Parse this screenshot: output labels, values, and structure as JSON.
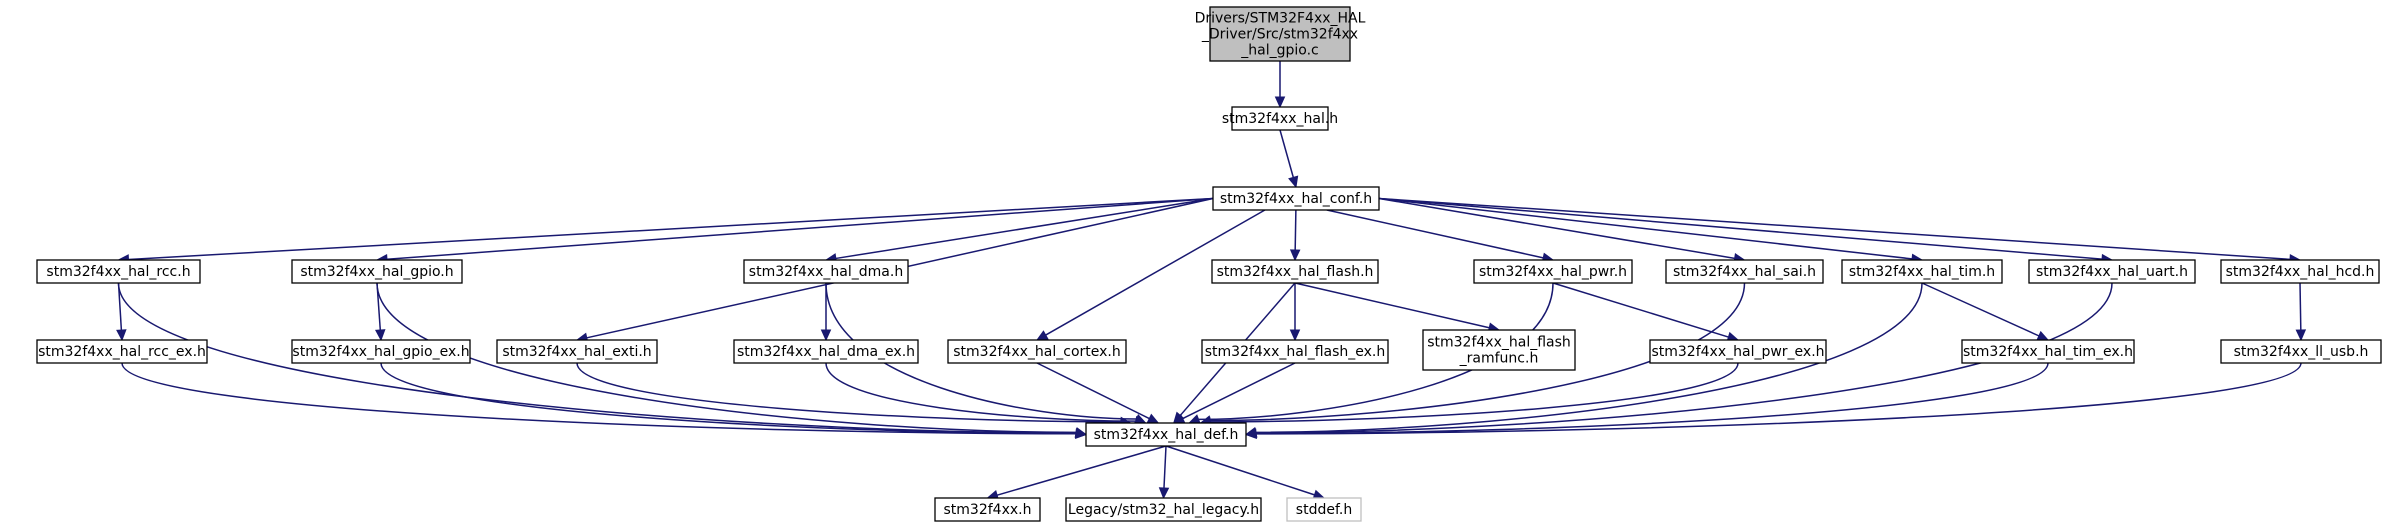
{
  "graph": {
    "title": "",
    "colors": {
      "edge": "#191970",
      "root_fill": "#bfbfbf",
      "node_fill": "#ffffff",
      "node_border": "#000000",
      "missing_border": "#bfbfbf"
    },
    "nodes": [
      {
        "id": "gpio_c",
        "lines": [
          "Drivers/STM32F4xx_HAL",
          "_Driver/Src/stm32f4xx",
          "_hal_gpio.c"
        ],
        "kind": "root"
      },
      {
        "id": "hal",
        "lines": [
          "stm32f4xx_hal.h"
        ]
      },
      {
        "id": "conf",
        "lines": [
          "stm32f4xx_hal_conf.h"
        ]
      },
      {
        "id": "rcc",
        "lines": [
          "stm32f4xx_hal_rcc.h"
        ]
      },
      {
        "id": "gpio",
        "lines": [
          "stm32f4xx_hal_gpio.h"
        ]
      },
      {
        "id": "dma",
        "lines": [
          "stm32f4xx_hal_dma.h"
        ]
      },
      {
        "id": "flash",
        "lines": [
          "stm32f4xx_hal_flash.h"
        ]
      },
      {
        "id": "pwr",
        "lines": [
          "stm32f4xx_hal_pwr.h"
        ]
      },
      {
        "id": "sai",
        "lines": [
          "stm32f4xx_hal_sai.h"
        ]
      },
      {
        "id": "tim",
        "lines": [
          "stm32f4xx_hal_tim.h"
        ]
      },
      {
        "id": "uart",
        "lines": [
          "stm32f4xx_hal_uart.h"
        ]
      },
      {
        "id": "hcd",
        "lines": [
          "stm32f4xx_hal_hcd.h"
        ]
      },
      {
        "id": "rcc_ex",
        "lines": [
          "stm32f4xx_hal_rcc_ex.h"
        ]
      },
      {
        "id": "gpio_ex",
        "lines": [
          "stm32f4xx_hal_gpio_ex.h"
        ]
      },
      {
        "id": "exti",
        "lines": [
          "stm32f4xx_hal_exti.h"
        ]
      },
      {
        "id": "dma_ex",
        "lines": [
          "stm32f4xx_hal_dma_ex.h"
        ]
      },
      {
        "id": "cortex",
        "lines": [
          "stm32f4xx_hal_cortex.h"
        ]
      },
      {
        "id": "flash_ex",
        "lines": [
          "stm32f4xx_hal_flash_ex.h"
        ]
      },
      {
        "id": "flash_ramfunc",
        "lines": [
          "stm32f4xx_hal_flash",
          "_ramfunc.h"
        ]
      },
      {
        "id": "pwr_ex",
        "lines": [
          "stm32f4xx_hal_pwr_ex.h"
        ]
      },
      {
        "id": "tim_ex",
        "lines": [
          "stm32f4xx_hal_tim_ex.h"
        ]
      },
      {
        "id": "ll_usb",
        "lines": [
          "stm32f4xx_ll_usb.h"
        ]
      },
      {
        "id": "def",
        "lines": [
          "stm32f4xx_hal_def.h"
        ]
      },
      {
        "id": "f4xx",
        "lines": [
          "stm32f4xx.h"
        ]
      },
      {
        "id": "legacy",
        "lines": [
          "Legacy/stm32_hal_legacy.h"
        ]
      },
      {
        "id": "stddef",
        "lines": [
          "stddef.h"
        ],
        "kind": "missing"
      }
    ],
    "edges": [
      [
        "gpio_c",
        "hal"
      ],
      [
        "hal",
        "conf"
      ],
      [
        "conf",
        "rcc"
      ],
      [
        "conf",
        "gpio"
      ],
      [
        "conf",
        "exti"
      ],
      [
        "conf",
        "dma"
      ],
      [
        "conf",
        "cortex"
      ],
      [
        "conf",
        "flash"
      ],
      [
        "conf",
        "pwr"
      ],
      [
        "conf",
        "sai"
      ],
      [
        "conf",
        "tim"
      ],
      [
        "conf",
        "uart"
      ],
      [
        "conf",
        "hcd"
      ],
      [
        "rcc",
        "rcc_ex"
      ],
      [
        "rcc",
        "def"
      ],
      [
        "rcc_ex",
        "def"
      ],
      [
        "gpio",
        "gpio_ex"
      ],
      [
        "gpio",
        "def"
      ],
      [
        "gpio_ex",
        "def"
      ],
      [
        "exti",
        "def"
      ],
      [
        "dma",
        "dma_ex"
      ],
      [
        "dma",
        "def"
      ],
      [
        "dma_ex",
        "def"
      ],
      [
        "cortex",
        "def"
      ],
      [
        "flash",
        "flash_ex"
      ],
      [
        "flash",
        "flash_ramfunc"
      ],
      [
        "flash",
        "def"
      ],
      [
        "flash_ex",
        "def"
      ],
      [
        "pwr",
        "pwr_ex"
      ],
      [
        "pwr",
        "def"
      ],
      [
        "pwr_ex",
        "def"
      ],
      [
        "sai",
        "def"
      ],
      [
        "tim",
        "tim_ex"
      ],
      [
        "tim",
        "def"
      ],
      [
        "tim_ex",
        "def"
      ],
      [
        "uart",
        "def"
      ],
      [
        "hcd",
        "ll_usb"
      ],
      [
        "ll_usb",
        "def"
      ],
      [
        "def",
        "f4xx"
      ],
      [
        "def",
        "legacy"
      ],
      [
        "def",
        "stddef"
      ]
    ]
  }
}
